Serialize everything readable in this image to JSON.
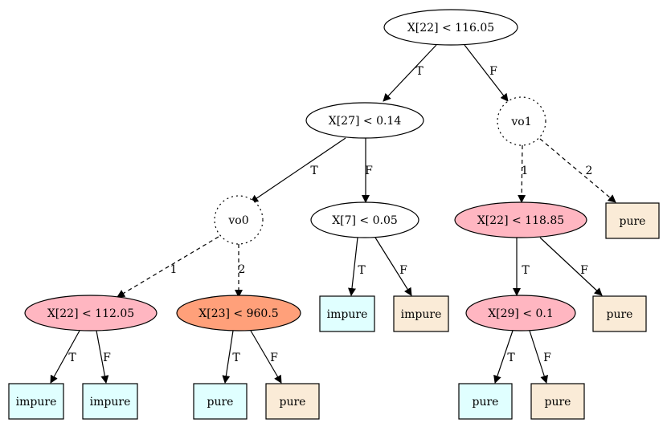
{
  "colors": {
    "salmon": "#ffa07a",
    "pink": "#ffb6c1",
    "cyan": "#e0ffff",
    "linen": "#faebd7",
    "white": "#ffffff"
  },
  "nodes": {
    "root": "X[22] < 116.05",
    "n27": "X[27] < 0.14",
    "vo1": "vo1",
    "vo0": "vo0",
    "n7": "X[7] < 0.05",
    "n2285": "X[22] < 118.85",
    "pure_r": "pure",
    "n2205": "X[22] < 112.05",
    "n23": "X[23] < 960.5",
    "impure_a": "impure",
    "impure_b": "impure",
    "n29": "X[29] < 0.1",
    "pure_c": "pure",
    "impure_1": "impure",
    "impure_2": "impure",
    "pure_1": "pure",
    "pure_2": "pure",
    "pure_3": "pure",
    "pure_4": "pure"
  },
  "edges": {
    "root_t": "T",
    "root_f": "F",
    "n27_t": "T",
    "n27_f": "F",
    "vo1_1": "1",
    "vo1_2": "2",
    "vo0_1": "1",
    "vo0_2": "2",
    "n7_t": "T",
    "n7_f": "F",
    "n2285_t": "T",
    "n2285_f": "F",
    "n2205_t": "T",
    "n2205_f": "F",
    "n23_t": "T",
    "n23_f": "F",
    "n29_t": "T",
    "n29_f": "F"
  }
}
